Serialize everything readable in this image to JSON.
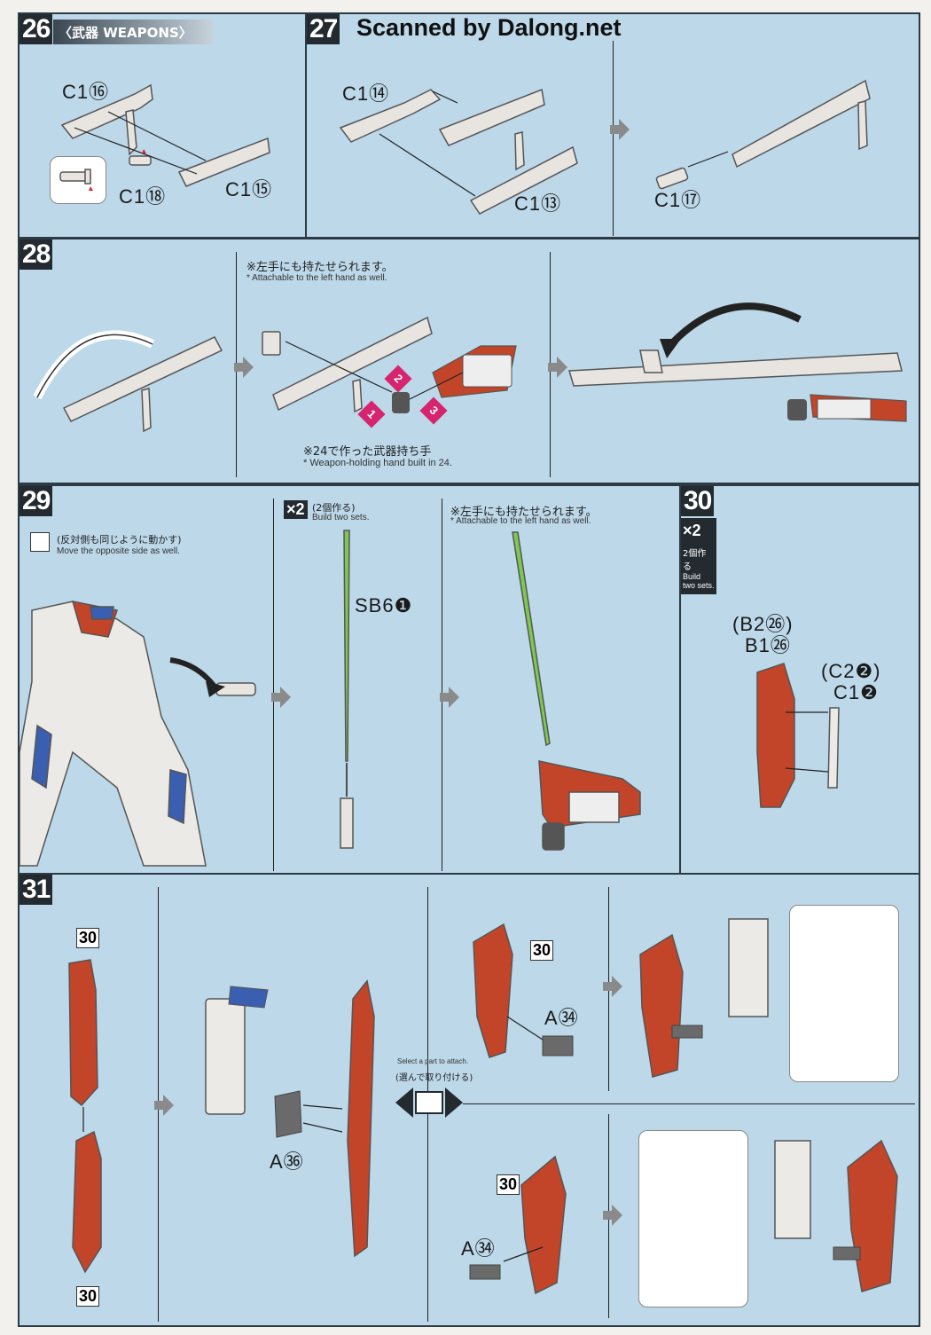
{
  "watermark": "Scanned by Dalong.net",
  "step26": {
    "num": "26",
    "title_jp": "〈武器",
    "title_en": "WEAPONS〉",
    "parts": [
      "C1⑯",
      "C1⑱",
      "C1⑮"
    ]
  },
  "step27": {
    "num": "27",
    "parts": [
      "C1⑭",
      "C1⑬",
      "C1⑰"
    ]
  },
  "step28": {
    "num": "28",
    "note_jp": "※左手にも持たせられます。",
    "note_en": "* Attachable to the left hand as well.",
    "bottom_jp": "※24で作った武器持ち手",
    "bottom_en": "* Weapon-holding hand built in 24.",
    "order": [
      "1",
      "2",
      "3"
    ]
  },
  "step29": {
    "num": "29",
    "opp_jp": "(反対側も同じように動かす)",
    "opp_en": "Move the opposite side as well.",
    "x2": "×2",
    "build_jp": "(2個作る)",
    "build_en": "Build two sets.",
    "part": "SB6❶",
    "note_jp": "※左手にも持たせられます。",
    "note_en": "* Attachable to the left hand as well."
  },
  "step30": {
    "num": "30",
    "x2": "×2",
    "build_jp": "2個作る",
    "build_en": "Build two sets.",
    "parts": [
      "(B2㉖)",
      "B1㉖",
      "(C2❷)",
      "C1❷"
    ]
  },
  "step31": {
    "num": "31",
    "ref": "30",
    "select_en": "Select a part to attach.",
    "select_jp": "(選んで取り付ける)",
    "parts": [
      "A㊱",
      "A㉞",
      "A㉞"
    ]
  },
  "colors": {
    "panel_bg": "#bcd8e9",
    "step_bg": "#232a30",
    "shield_red": "#c2452a",
    "magenta": "#d6256e",
    "saber_green": "#7ec850"
  }
}
